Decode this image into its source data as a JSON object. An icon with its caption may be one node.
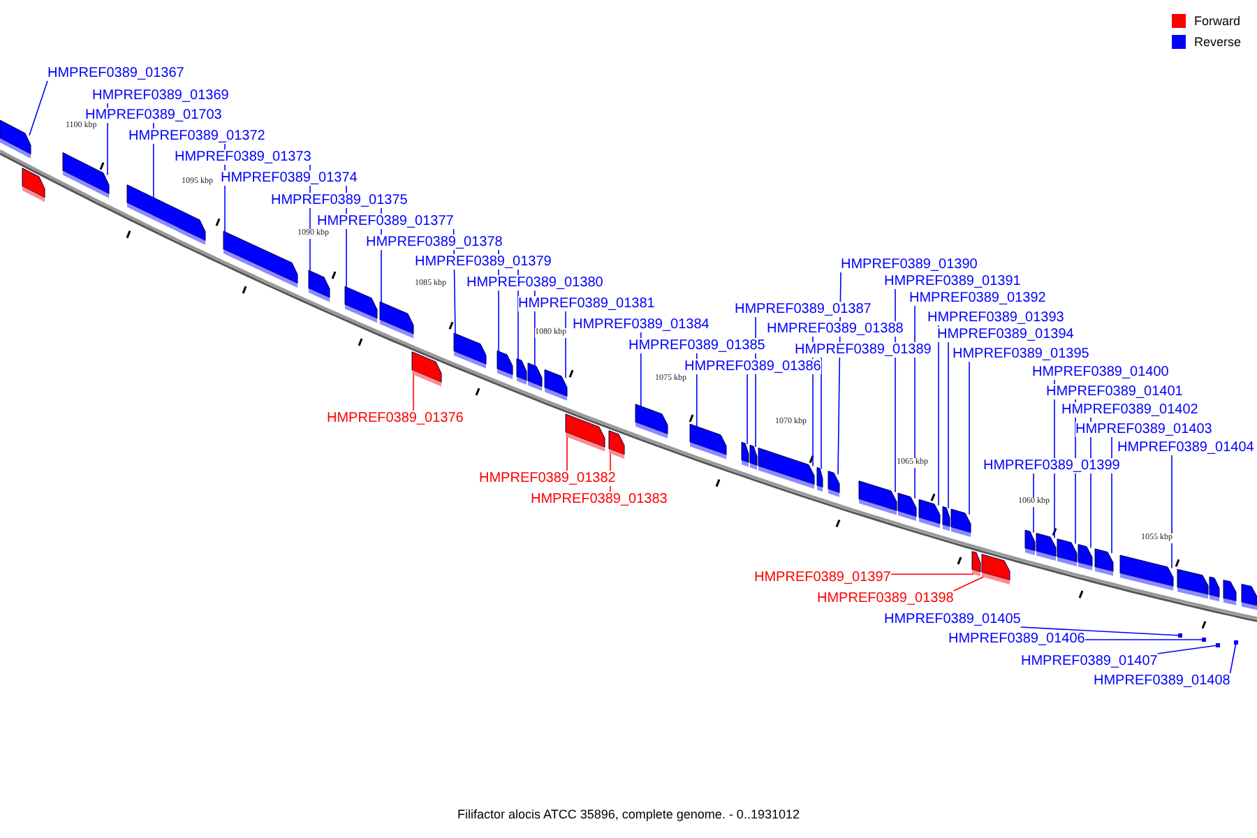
{
  "diagram": {
    "caption": "Filifactor alocis ATCC 35896, complete genome. - 0..1931012",
    "nodes": [
      {
        "text": [
          "HMPREF0389_01367"
        ]
      },
      {
        "text": [
          "HMPREF0389_01369"
        ]
      },
      {
        "text": [
          "HMPREF0389_01703"
        ]
      },
      {
        "text": [
          "HMPREF0389_01372"
        ]
      },
      {
        "text": [
          "HMPREF0389_01373"
        ]
      },
      {
        "text": [
          "HMPREF0389_01374"
        ]
      },
      {
        "text": [
          "HMPREF0389_01375"
        ]
      },
      {
        "text": [
          "HMPREF0389_01377"
        ]
      },
      {
        "text": [
          "HMPREF0389_01378"
        ]
      },
      {
        "text": [
          "HMPREF0389_01379"
        ]
      },
      {
        "text": [
          "HMPREF0389_01380"
        ]
      },
      {
        "text": [
          "HMPREF0389_01381"
        ]
      },
      {
        "text": [
          "HMPREF0389_01384"
        ]
      },
      {
        "text": [
          "HMPREF0389_01385"
        ]
      },
      {
        "text": [
          "HMPREF0389_01386"
        ]
      },
      {
        "text": [
          "HMPREF0389_01387"
        ]
      },
      {
        "text": [
          "HMPREF0389_01388"
        ]
      },
      {
        "text": [
          "HMPREF0389_01389"
        ]
      },
      {
        "text": [
          "HMPREF0389_01390"
        ]
      },
      {
        "text": [
          "HMPREF0389_01391"
        ]
      },
      {
        "text": [
          "HMPREF0389_01392"
        ]
      },
      {
        "text": [
          "HMPREF0389_01393"
        ]
      },
      {
        "text": [
          "HMPREF0389_01394"
        ]
      },
      {
        "text": [
          "HMPREF0389_01395"
        ]
      },
      {
        "text": [
          "HMPREF0389_01400"
        ]
      },
      {
        "text": [
          "HMPREF0389_01401"
        ]
      },
      {
        "text": [
          "HMPREF0389_01402"
        ]
      },
      {
        "text": [
          "HMPREF0389_01403"
        ]
      },
      {
        "text": [
          "HMPREF0389_01404"
        ]
      },
      {
        "text": [
          "HMPREF0389_01399"
        ]
      },
      {
        "text": [
          "HMPREF0389_01376"
        ]
      },
      {
        "text": [
          "HMPREF0389_01382"
        ]
      },
      {
        "text": [
          "HMPREF0389_01383"
        ]
      },
      {
        "text": [
          "HMPREF0389_01397"
        ]
      },
      {
        "text": [
          "HMPREF0389_01398"
        ]
      },
      {
        "text": [
          "HMPREF0389_01405"
        ]
      },
      {
        "text": [
          "HMPREF0389_01406"
        ]
      },
      {
        "text": [
          "HMPREF0389_01407"
        ]
      },
      {
        "text": [
          "HMPREF0389_01408"
        ]
      },
      {
        "text": [],
        "shape": "bar"
      },
      {
        "text": [],
        "shape": "bar"
      },
      {
        "text": [],
        "shape": "bar"
      },
      {
        "text": [],
        "shape": "bar"
      },
      {
        "text": [],
        "shape": "bar"
      },
      {
        "text": [],
        "shape": "bar"
      },
      {
        "text": [],
        "shape": "bar"
      },
      {
        "text": [],
        "shape": "bar"
      },
      {
        "text": [],
        "shape": "bar"
      },
      {
        "text": [],
        "shape": "bar"
      },
      {
        "text": [],
        "shape": "bar"
      },
      {
        "text": [],
        "shape": "bar"
      },
      {
        "text": [],
        "shape": "bar"
      },
      {
        "text": [],
        "shape": "bar"
      },
      {
        "text": [],
        "shape": "bar"
      },
      {
        "text": [],
        "shape": "bar"
      },
      {
        "text": [],
        "shape": "bar"
      },
      {
        "text": [],
        "shape": "bar"
      },
      {
        "text": [],
        "shape": "bar"
      },
      {
        "text": [],
        "shape": "bar"
      },
      {
        "text": [],
        "shape": "bar"
      },
      {
        "text": [],
        "shape": "bar"
      },
      {
        "text": [],
        "shape": "bar"
      },
      {
        "text": [],
        "shape": "bar"
      },
      {
        "text": [],
        "shape": "bar"
      },
      {
        "text": [],
        "shape": "bar"
      },
      {
        "text": [],
        "shape": "bar"
      },
      {
        "text": [],
        "shape": "bar"
      },
      {
        "text": [],
        "shape": "bar"
      },
      {
        "text": [],
        "shape": "bar"
      },
      {
        "text": [],
        "shape": "bar"
      },
      {
        "text": [],
        "shape": "bar"
      },
      {
        "text": [],
        "shape": "bar"
      },
      {
        "text": [],
        "shape": "bar"
      },
      {
        "text": [],
        "shape": "bar"
      },
      {
        "text": [],
        "shape": "bar"
      },
      {
        "text": [],
        "shape": "bar"
      },
      {
        "text": [],
        "shape": "bar"
      },
      {
        "text": [],
        "shape": "bar"
      },
      {
        "text": [],
        "shape": "bar"
      },
      {
        "text": [],
        "shape": "bar"
      },
      {
        "text": [],
        "shape": "bar"
      },
      {
        "text": [],
        "shape": "bar"
      },
      {
        "text": [],
        "shape": "bar"
      }
    ],
    "edges": [
      {
        "from": 0,
        "to": 39,
        "arrow": "none"
      },
      {
        "from": 1,
        "to": 40,
        "arrow": "none"
      },
      {
        "from": 2,
        "to": 41,
        "arrow": "none"
      },
      {
        "from": 3,
        "to": 42,
        "arrow": "none"
      },
      {
        "from": 4,
        "to": 43,
        "arrow": "none"
      },
      {
        "from": 5,
        "to": 44,
        "arrow": "none"
      },
      {
        "from": 6,
        "to": 45,
        "arrow": "none"
      },
      {
        "from": 7,
        "to": 46,
        "arrow": "none"
      },
      {
        "from": 8,
        "to": 47,
        "arrow": "none"
      },
      {
        "from": 9,
        "to": 48,
        "arrow": "none"
      },
      {
        "from": 10,
        "to": 49,
        "arrow": "none"
      },
      {
        "from": 11,
        "to": 50,
        "arrow": "none"
      },
      {
        "from": 12,
        "to": 51,
        "arrow": "none"
      },
      {
        "from": 13,
        "to": 52,
        "arrow": "none"
      },
      {
        "from": 14,
        "to": 53,
        "arrow": "none"
      },
      {
        "from": 15,
        "to": 54,
        "arrow": "none"
      },
      {
        "from": 16,
        "to": 55,
        "arrow": "none"
      },
      {
        "from": 17,
        "to": 56,
        "arrow": "none"
      },
      {
        "from": 18,
        "to": 57,
        "arrow": "none"
      },
      {
        "from": 19,
        "to": 58,
        "arrow": "none"
      },
      {
        "from": 20,
        "to": 59,
        "arrow": "none"
      },
      {
        "from": 21,
        "to": 60,
        "arrow": "none"
      },
      {
        "from": 22,
        "to": 61,
        "arrow": "none"
      },
      {
        "from": 23,
        "to": 62,
        "arrow": "none"
      },
      {
        "from": 24,
        "to": 63,
        "arrow": "none"
      },
      {
        "from": 25,
        "to": 64,
        "arrow": "none"
      },
      {
        "from": 26,
        "to": 65,
        "arrow": "none"
      },
      {
        "from": 27,
        "to": 66,
        "arrow": "none"
      },
      {
        "from": 28,
        "to": 67,
        "arrow": "none"
      },
      {
        "from": 29,
        "to": 68,
        "arrow": "none"
      },
      {
        "from": 30,
        "to": 69,
        "arrow": "none",
        "color": "#ff0000"
      },
      {
        "from": 31,
        "to": 70,
        "arrow": "none",
        "color": "#ff0000"
      },
      {
        "from": 32,
        "to": 71,
        "arrow": "none",
        "color": "#ff0000"
      },
      {
        "from": 33,
        "to": 72,
        "arrow": "none",
        "color": "#ff0000"
      },
      {
        "from": 34,
        "to": 73,
        "arrow": "none",
        "color": "#ff0000"
      },
      {
        "from": 35,
        "to": 74,
        "arrow": "none"
      },
      {
        "from": 36,
        "to": 75,
        "arrow": "none"
      },
      {
        "from": 37,
        "to": 76,
        "arrow": "none"
      },
      {
        "from": 38,
        "to": 77,
        "arrow": "none"
      }
    ],
    "labels": [
      "1100 kbp",
      "1095 kbp",
      "1090 kbp",
      "1085 kbp",
      "1080 kbp",
      "1075 kbp",
      "1070 kbp",
      "1065 kbp",
      "1060 kbp",
      "1055 kbp"
    ],
    "legend": [
      {
        "text": "Forward",
        "color": "#ff0000"
      },
      {
        "text": "Reverse",
        "color": "#0000ff"
      }
    ]
  }
}
